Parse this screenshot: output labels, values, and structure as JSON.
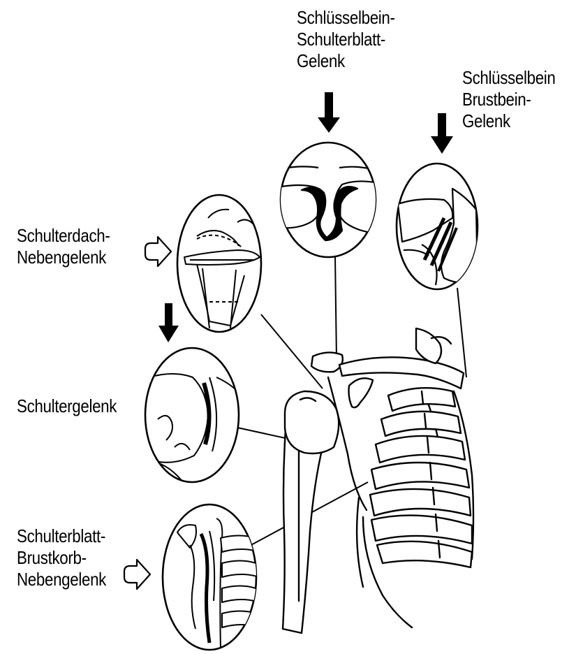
{
  "labels": {
    "acromioclavicular": [
      "Schlüsselbein-",
      "Schulterblatt-",
      "Gelenk"
    ],
    "sternoclavicular": [
      "Schlüsselbein",
      "Brustbein-",
      "Gelenk"
    ],
    "subacromial": [
      "Schulterdach-",
      "Nebengelenk"
    ],
    "glenohumeral": [
      "Schultergelenk"
    ],
    "scapulothoracic": [
      "Schulterblatt-",
      "Brustkorb-",
      "Nebengelenk"
    ]
  },
  "markers": {
    "acromioclavicular": "solid-down-arrow",
    "sternoclavicular": "solid-down-arrow",
    "subacromial": "outline-right-arrow",
    "glenohumeral": "solid-down-arrow",
    "scapulothoracic": "outline-right-arrow"
  },
  "colors": {
    "ink": "#000000",
    "background": "#ffffff"
  }
}
